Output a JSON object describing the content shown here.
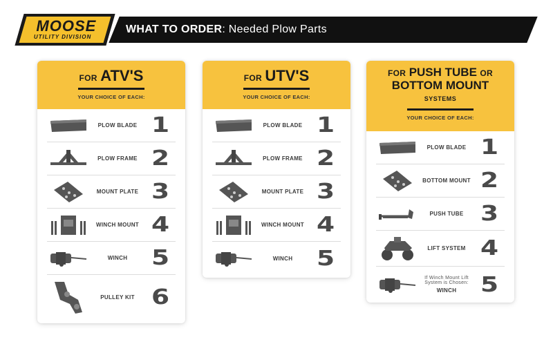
{
  "header": {
    "logo_main": "MOOSE",
    "logo_sub": "UTILITY DIVISION",
    "title_bold": "WHAT TO ORDER",
    "title_rest": ": Needed Plow Parts"
  },
  "colors": {
    "accent": "#f7c23e",
    "dark": "#111111",
    "number": "#4a4a4a"
  },
  "cards": [
    {
      "pre": "FOR",
      "title": "ATV'S",
      "choice": "YOUR CHOICE OF EACH:",
      "items": [
        {
          "icon": "plow-blade-icon",
          "label": "PLOW BLADE",
          "number": "1"
        },
        {
          "icon": "plow-frame-icon",
          "label": "PLOW FRAME",
          "number": "2"
        },
        {
          "icon": "mount-plate-icon",
          "label": "MOUNT PLATE",
          "number": "3"
        },
        {
          "icon": "winch-mount-icon",
          "label": "WINCH MOUNT",
          "number": "4"
        },
        {
          "icon": "winch-icon",
          "label": "WINCH",
          "number": "5"
        },
        {
          "icon": "pulley-kit-icon",
          "label": "PULLEY KIT",
          "number": "6"
        }
      ]
    },
    {
      "pre": "FOR",
      "title": "UTV'S",
      "choice": "YOUR CHOICE OF EACH:",
      "items": [
        {
          "icon": "plow-blade-icon",
          "label": "PLOW BLADE",
          "number": "1"
        },
        {
          "icon": "plow-frame-icon",
          "label": "PLOW FRAME",
          "number": "2"
        },
        {
          "icon": "mount-plate-icon",
          "label": "MOUNT PLATE",
          "number": "3"
        },
        {
          "icon": "winch-mount-icon",
          "label": "WINCH MOUNT",
          "number": "4"
        },
        {
          "icon": "winch-icon",
          "label": "WINCH",
          "number": "5"
        }
      ]
    },
    {
      "pre": "FOR",
      "title_a": "PUSH TUBE",
      "mid": "OR",
      "title_b": "BOTTOM MOUNT",
      "title_c": "SYSTEMS",
      "choice": "YOUR CHOICE OF EACH:",
      "items": [
        {
          "icon": "plow-blade-icon",
          "label": "PLOW BLADE",
          "number": "1"
        },
        {
          "icon": "bottom-mount-icon",
          "label": "BOTTOM MOUNT",
          "number": "2"
        },
        {
          "icon": "push-tube-icon",
          "label": "PUSH TUBE",
          "number": "3"
        },
        {
          "icon": "lift-system-icon",
          "label": "LIFT SYSTEM",
          "number": "4"
        },
        {
          "icon": "winch-icon",
          "note": "If Winch Mount Lift System is Chosen:",
          "label": "WINCH",
          "number": "5"
        }
      ]
    }
  ]
}
